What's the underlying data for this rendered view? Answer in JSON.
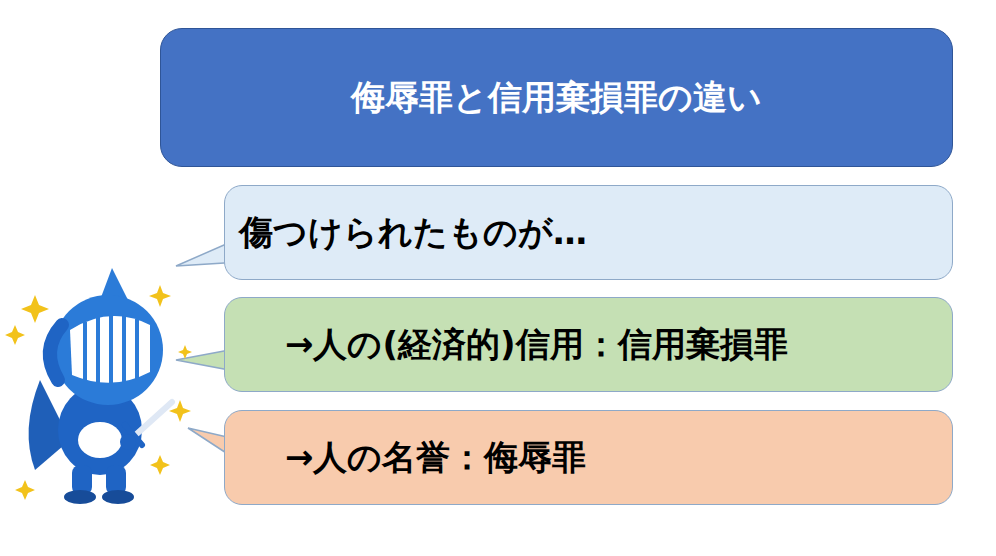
{
  "diagram": {
    "title": "侮辱罪と信用棄損罪の違い",
    "nodes": [
      {
        "text": [
          "傷つけられたものが…"
        ]
      },
      {
        "text": [
          "→人の(経済的)信用：信用棄損罪"
        ]
      },
      {
        "text": [
          "→人の名誉：侮辱罪"
        ]
      }
    ]
  }
}
